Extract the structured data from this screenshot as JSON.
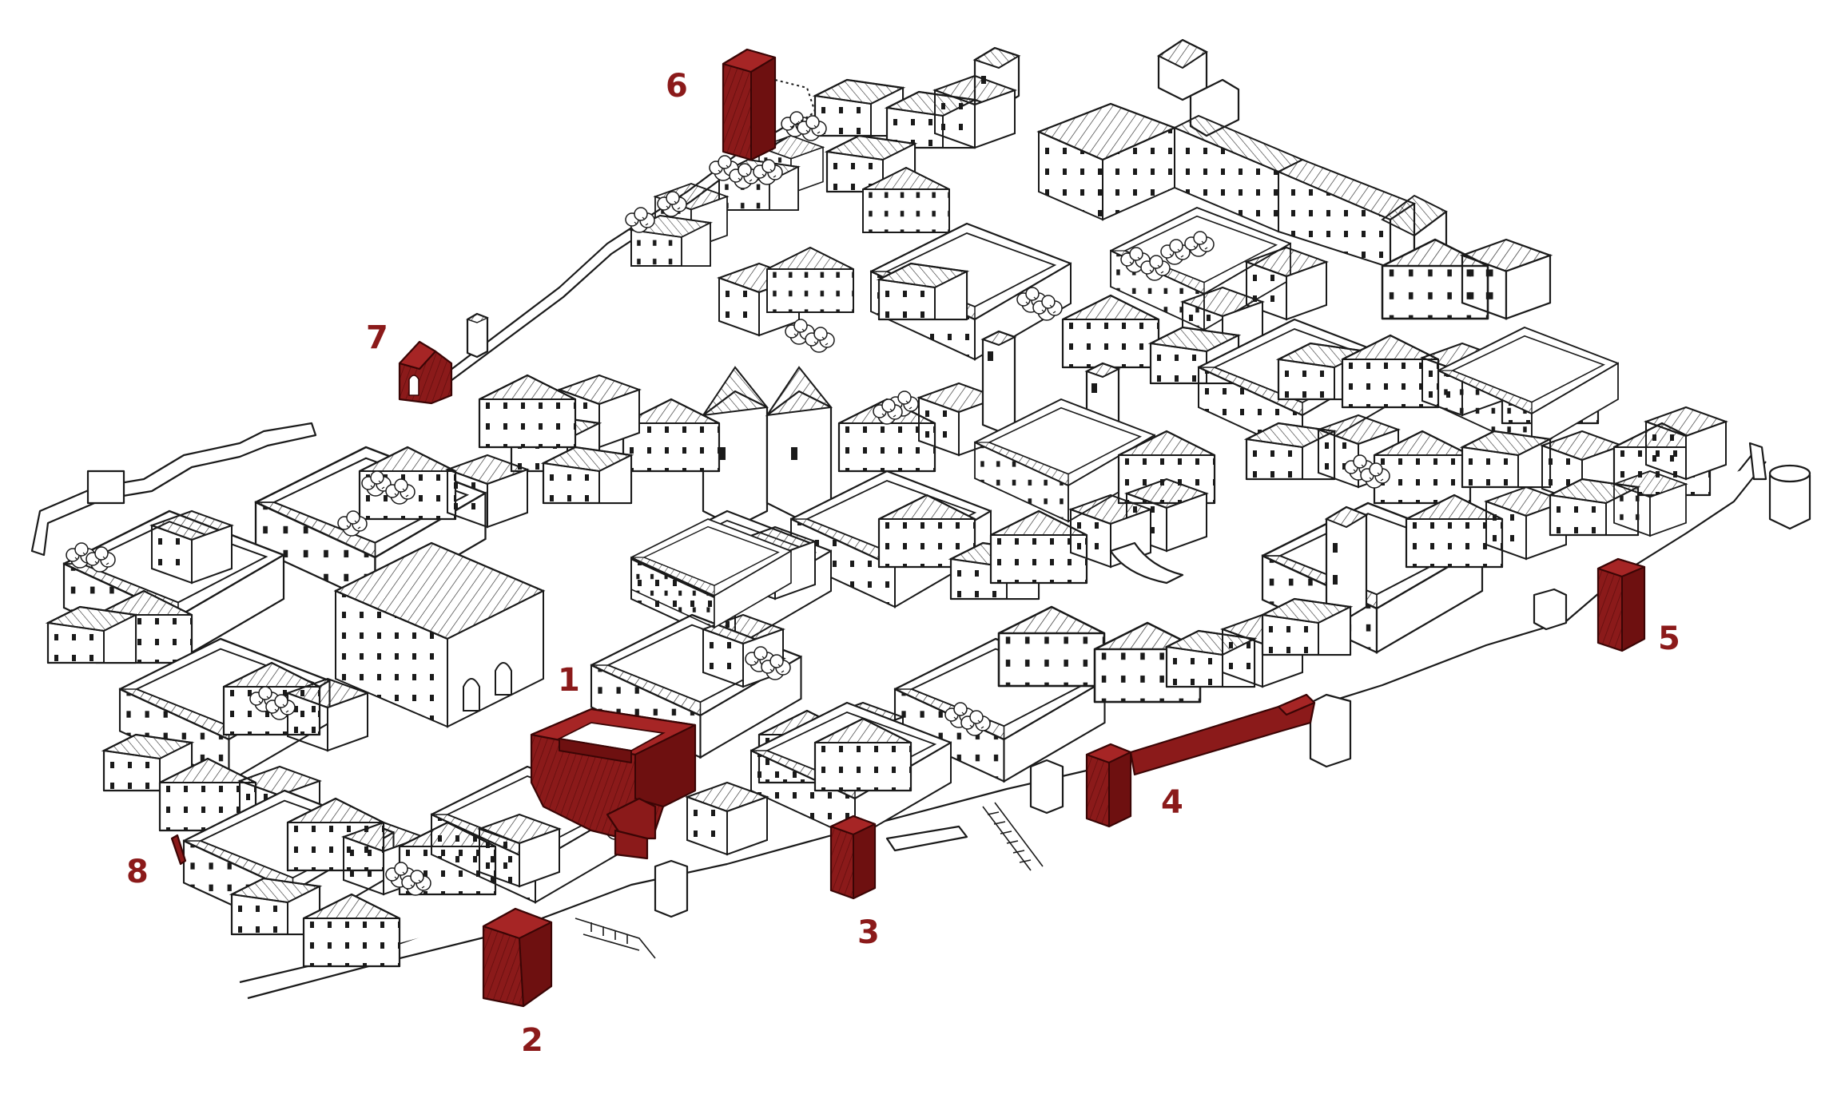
{
  "colors": {
    "background": "#ffffff",
    "ink": "#1a1a1a",
    "highlight": "#8b1a1a",
    "highlight_dark": "#5e0c0c",
    "label": "#8b1a1a"
  },
  "markers": [
    {
      "id": "1",
      "label": "1"
    },
    {
      "id": "2",
      "label": "2"
    },
    {
      "id": "3",
      "label": "3"
    },
    {
      "id": "4",
      "label": "4"
    },
    {
      "id": "5",
      "label": "5"
    },
    {
      "id": "6",
      "label": "6"
    },
    {
      "id": "7",
      "label": "7"
    },
    {
      "id": "8",
      "label": "8"
    }
  ]
}
